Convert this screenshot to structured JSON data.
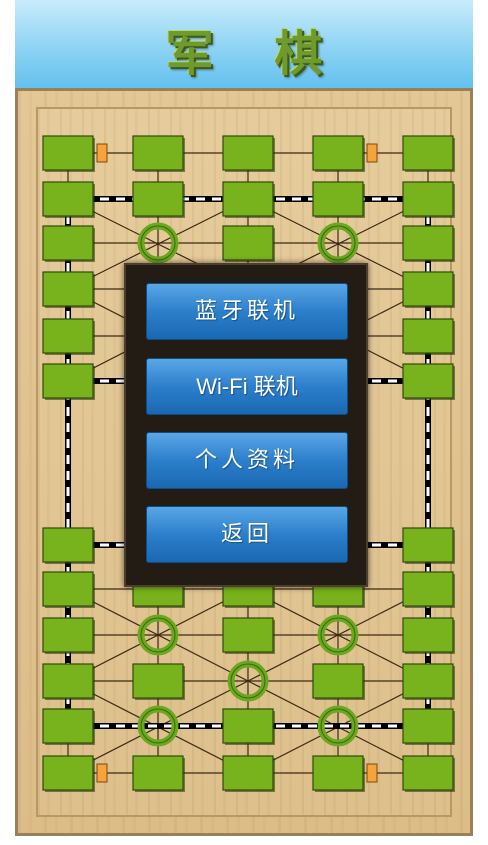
{
  "header": {
    "title": "军 棋"
  },
  "menu": {
    "items": [
      {
        "label": "蓝牙联机"
      },
      {
        "label": "Wi-Fi 联机"
      },
      {
        "label": "个人资料"
      },
      {
        "label": "返回"
      }
    ]
  },
  "board": {
    "piece_color": "#78b21c",
    "campsite_color": "#6aa81e",
    "railway_color": "#000000",
    "headquarters_connector_color": "#f5a33a"
  }
}
